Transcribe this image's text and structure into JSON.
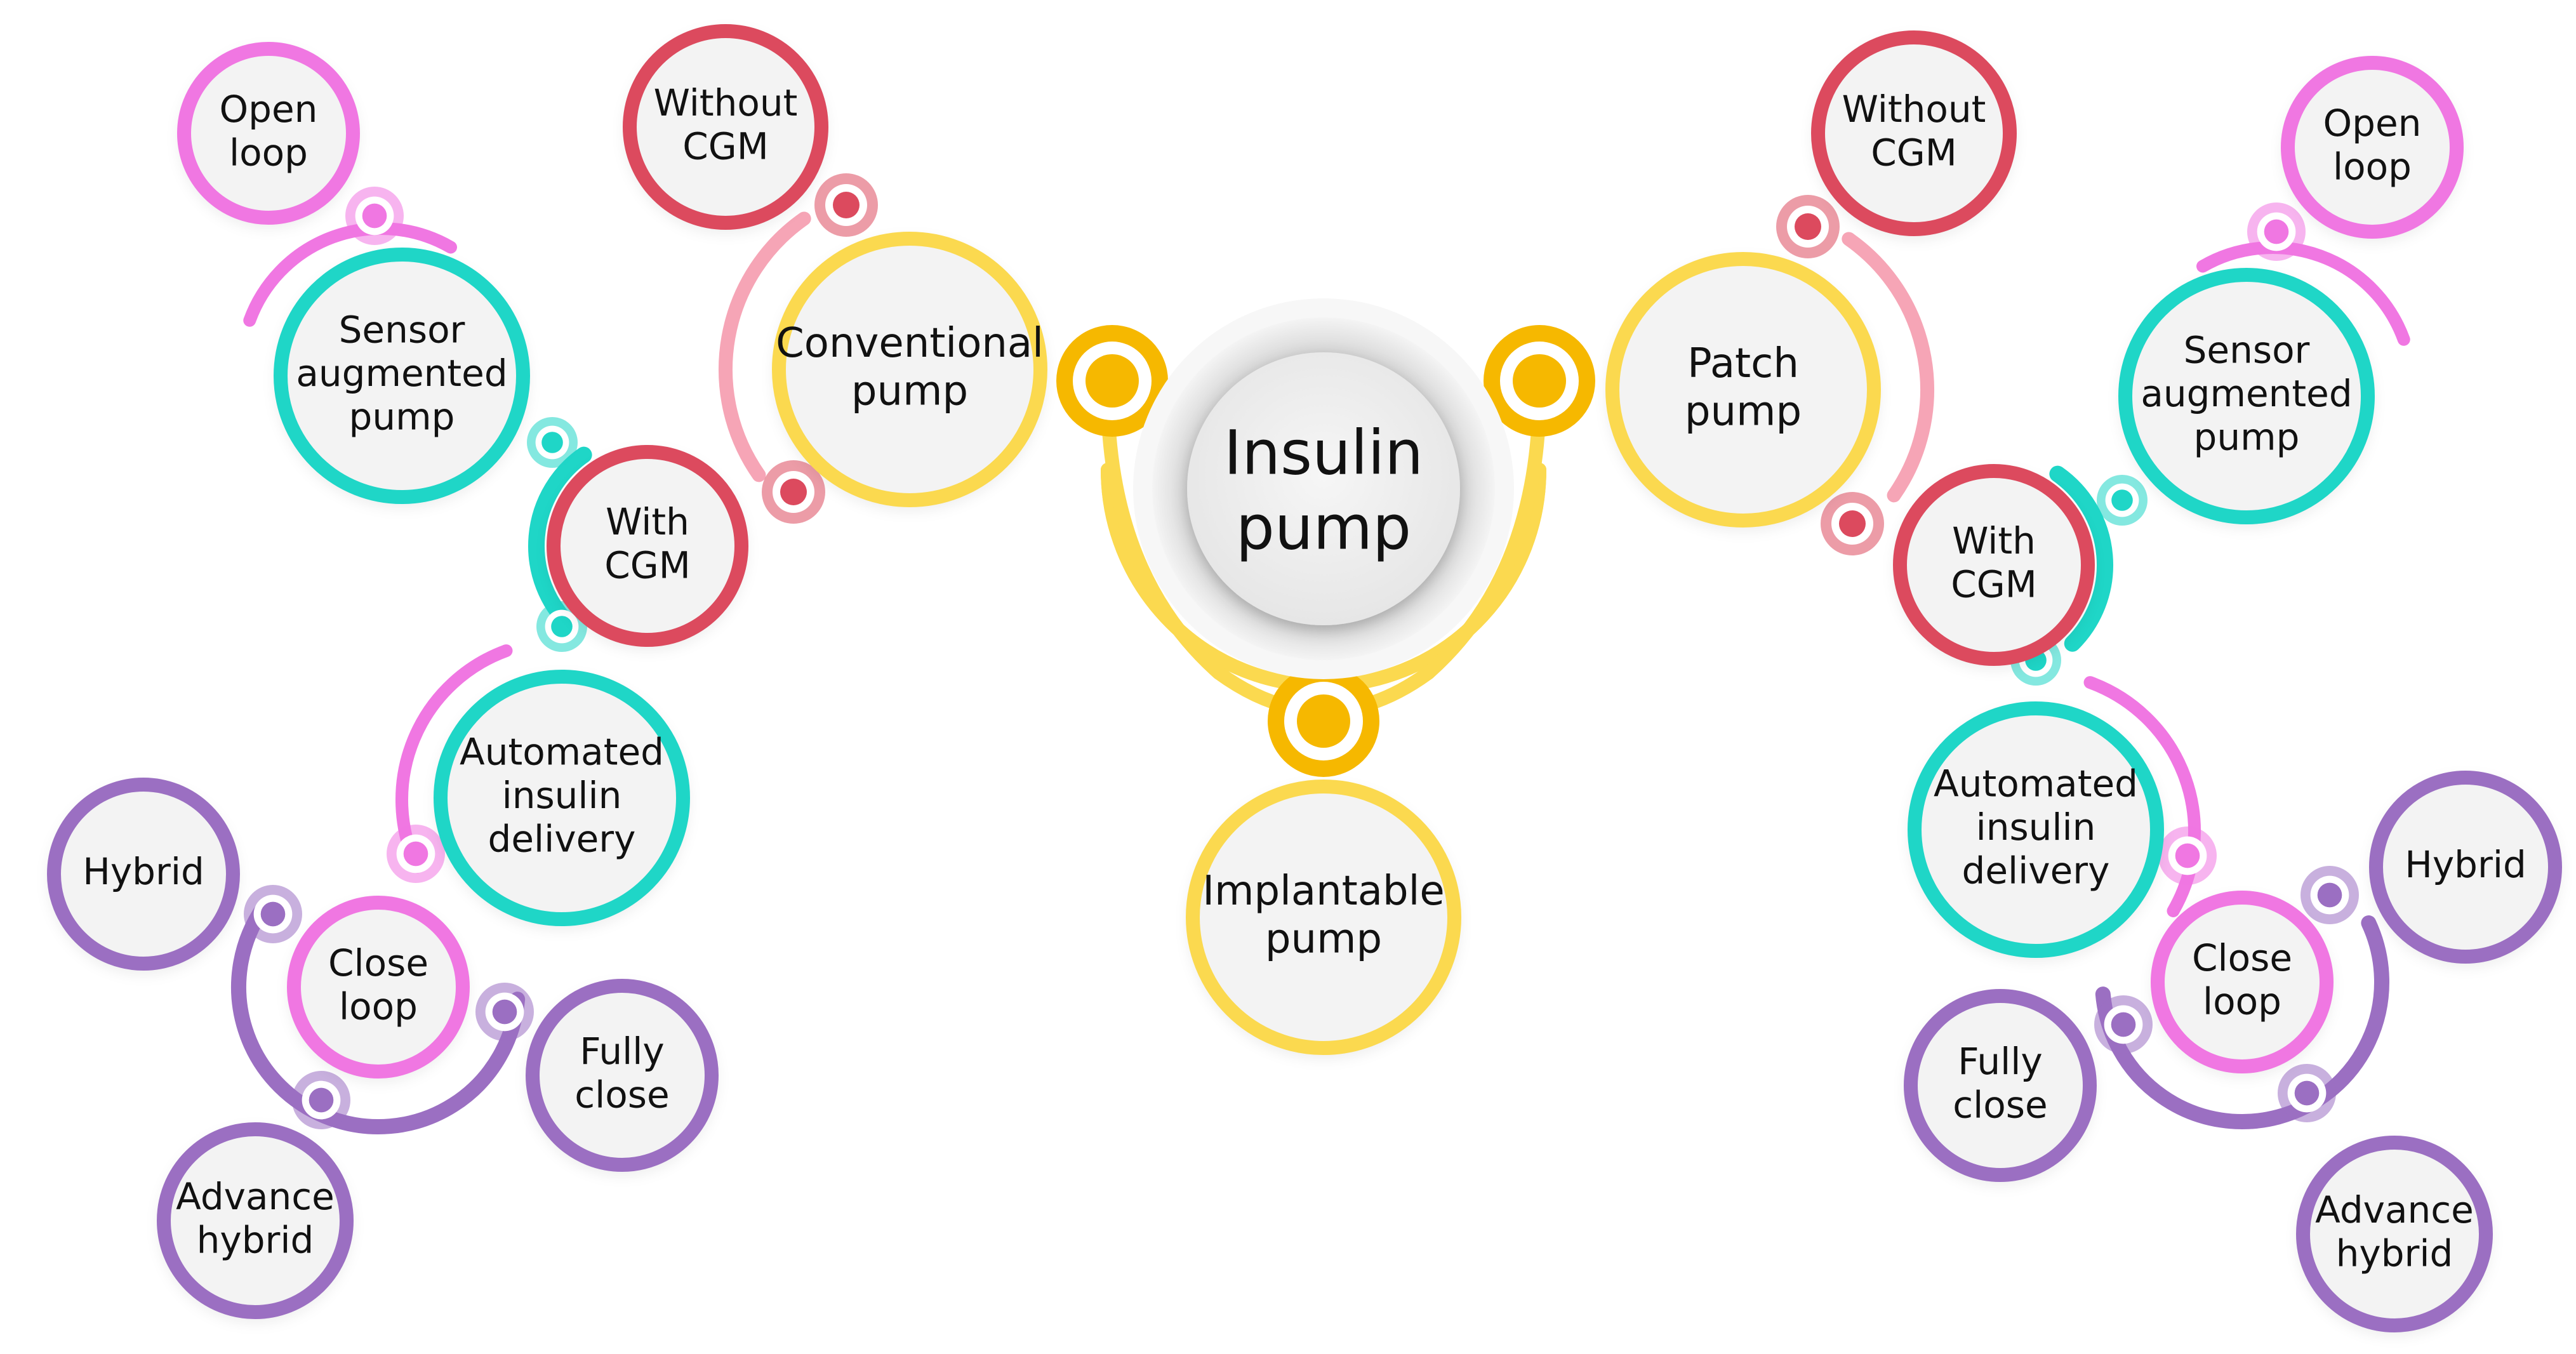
{
  "colors": {
    "yellow": "#fbd94f",
    "yellow_dark": "#f6b800",
    "red": "#dc4a5e",
    "pink_light": "#f6a5b6",
    "magenta": "#f077e2",
    "teal": "#1fd6c7",
    "purple": "#9b6fc2",
    "node_fill": "#f3f3f3"
  },
  "diagram": {
    "center": {
      "label": "Insulin pump",
      "lines": [
        "Insulin",
        "pump"
      ]
    },
    "nodes": [
      {
        "id": "conventional-pump",
        "lines": [
          "Conventional",
          "pump"
        ],
        "color": "yellow"
      },
      {
        "id": "patch-pump",
        "lines": [
          "Patch",
          "pump"
        ],
        "color": "yellow"
      },
      {
        "id": "implantable-pump",
        "lines": [
          "Implantable",
          "pump"
        ],
        "color": "yellow"
      },
      {
        "id": "left-without-cgm",
        "lines": [
          "Without",
          "CGM"
        ],
        "color": "red"
      },
      {
        "id": "left-with-cgm",
        "lines": [
          "With",
          "CGM"
        ],
        "color": "red"
      },
      {
        "id": "left-sensor-augmented-pump",
        "lines": [
          "Sensor",
          "augmented",
          "pump"
        ],
        "color": "teal"
      },
      {
        "id": "left-automated-insulin-delivery",
        "lines": [
          "Automated",
          "insulin",
          "delivery"
        ],
        "color": "teal"
      },
      {
        "id": "left-open-loop",
        "lines": [
          "Open",
          "loop"
        ],
        "color": "magenta"
      },
      {
        "id": "left-close-loop",
        "lines": [
          "Close",
          "loop"
        ],
        "color": "magenta"
      },
      {
        "id": "left-hybrid",
        "lines": [
          "Hybrid"
        ],
        "color": "purple"
      },
      {
        "id": "left-fully-close",
        "lines": [
          "Fully",
          "close"
        ],
        "color": "purple"
      },
      {
        "id": "left-advance-hybrid",
        "lines": [
          "Advance",
          "hybrid"
        ],
        "color": "purple"
      },
      {
        "id": "right-without-cgm",
        "lines": [
          "Without",
          "CGM"
        ],
        "color": "red"
      },
      {
        "id": "right-with-cgm",
        "lines": [
          "With",
          "CGM"
        ],
        "color": "red"
      },
      {
        "id": "right-sensor-augmented-pump",
        "lines": [
          "Sensor",
          "augmented",
          "pump"
        ],
        "color": "teal"
      },
      {
        "id": "right-automated-insulin-delivery",
        "lines": [
          "Automated",
          "insulin",
          "delivery"
        ],
        "color": "teal"
      },
      {
        "id": "right-open-loop",
        "lines": [
          "Open",
          "loop"
        ],
        "color": "magenta"
      },
      {
        "id": "right-close-loop",
        "lines": [
          "Close",
          "loop"
        ],
        "color": "magenta"
      },
      {
        "id": "right-hybrid",
        "lines": [
          "Hybrid"
        ],
        "color": "purple"
      },
      {
        "id": "right-fully-close",
        "lines": [
          "Fully",
          "close"
        ],
        "color": "purple"
      },
      {
        "id": "right-advance-hybrid",
        "lines": [
          "Advance",
          "hybrid"
        ],
        "color": "purple"
      }
    ]
  }
}
